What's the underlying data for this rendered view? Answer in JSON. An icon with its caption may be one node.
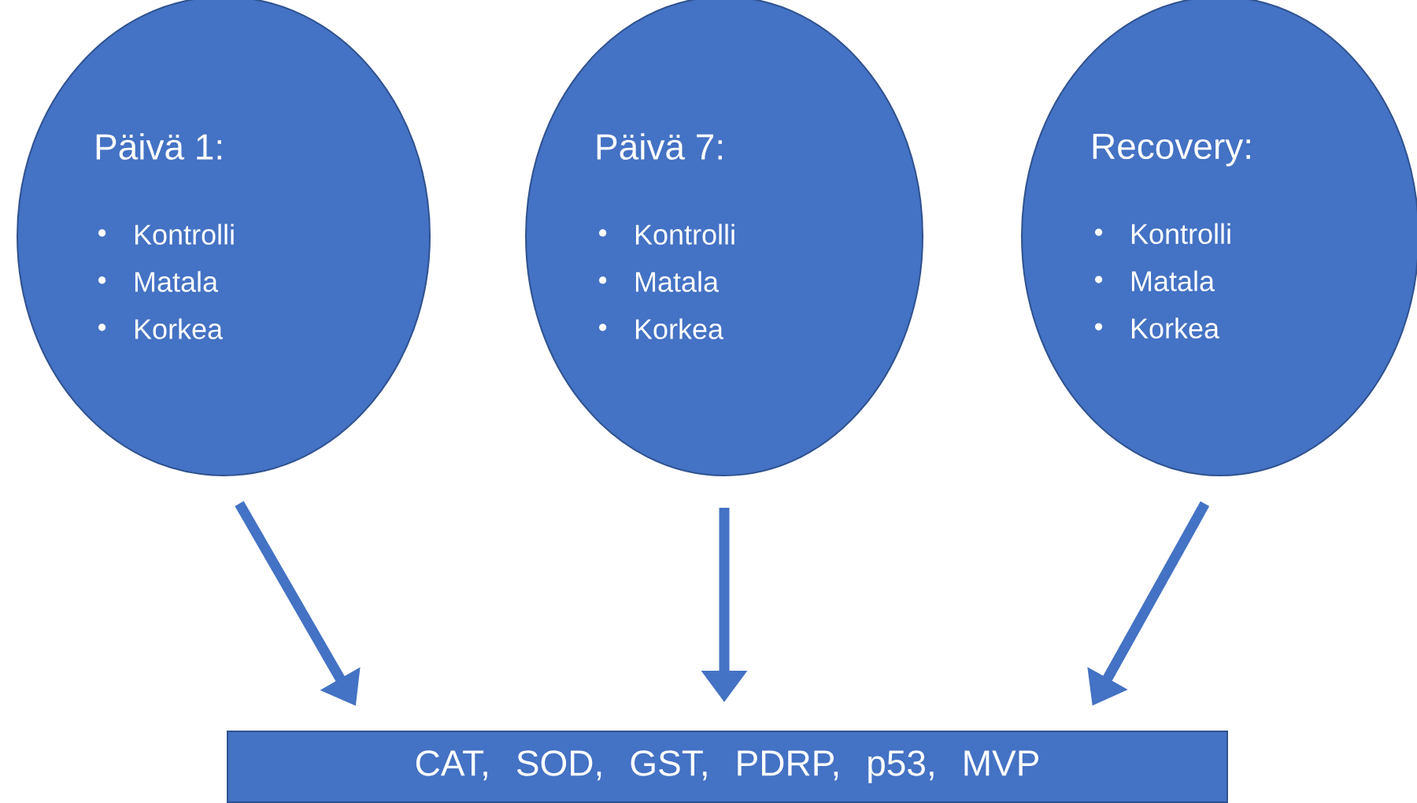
{
  "diagram": {
    "nodes": [
      {
        "text": [
          "Päivä 1:",
          "Kontrolli",
          "Matala",
          "Korkea"
        ]
      },
      {
        "text": [
          "Päivä 7:",
          "Kontrolli",
          "Matala",
          "Korkea"
        ]
      },
      {
        "text": [
          "Recovery:",
          "Kontrolli",
          "Matala",
          "Korkea"
        ]
      },
      {
        "text": [
          "CAT,   SOD,   GST,   PDRP,   p53,   MVP"
        ]
      }
    ],
    "edges": [
      {
        "from": 0,
        "to": 3,
        "arrow": "to"
      },
      {
        "from": 1,
        "to": 3,
        "arrow": "to"
      },
      {
        "from": 2,
        "to": 3,
        "arrow": "to"
      }
    ]
  }
}
